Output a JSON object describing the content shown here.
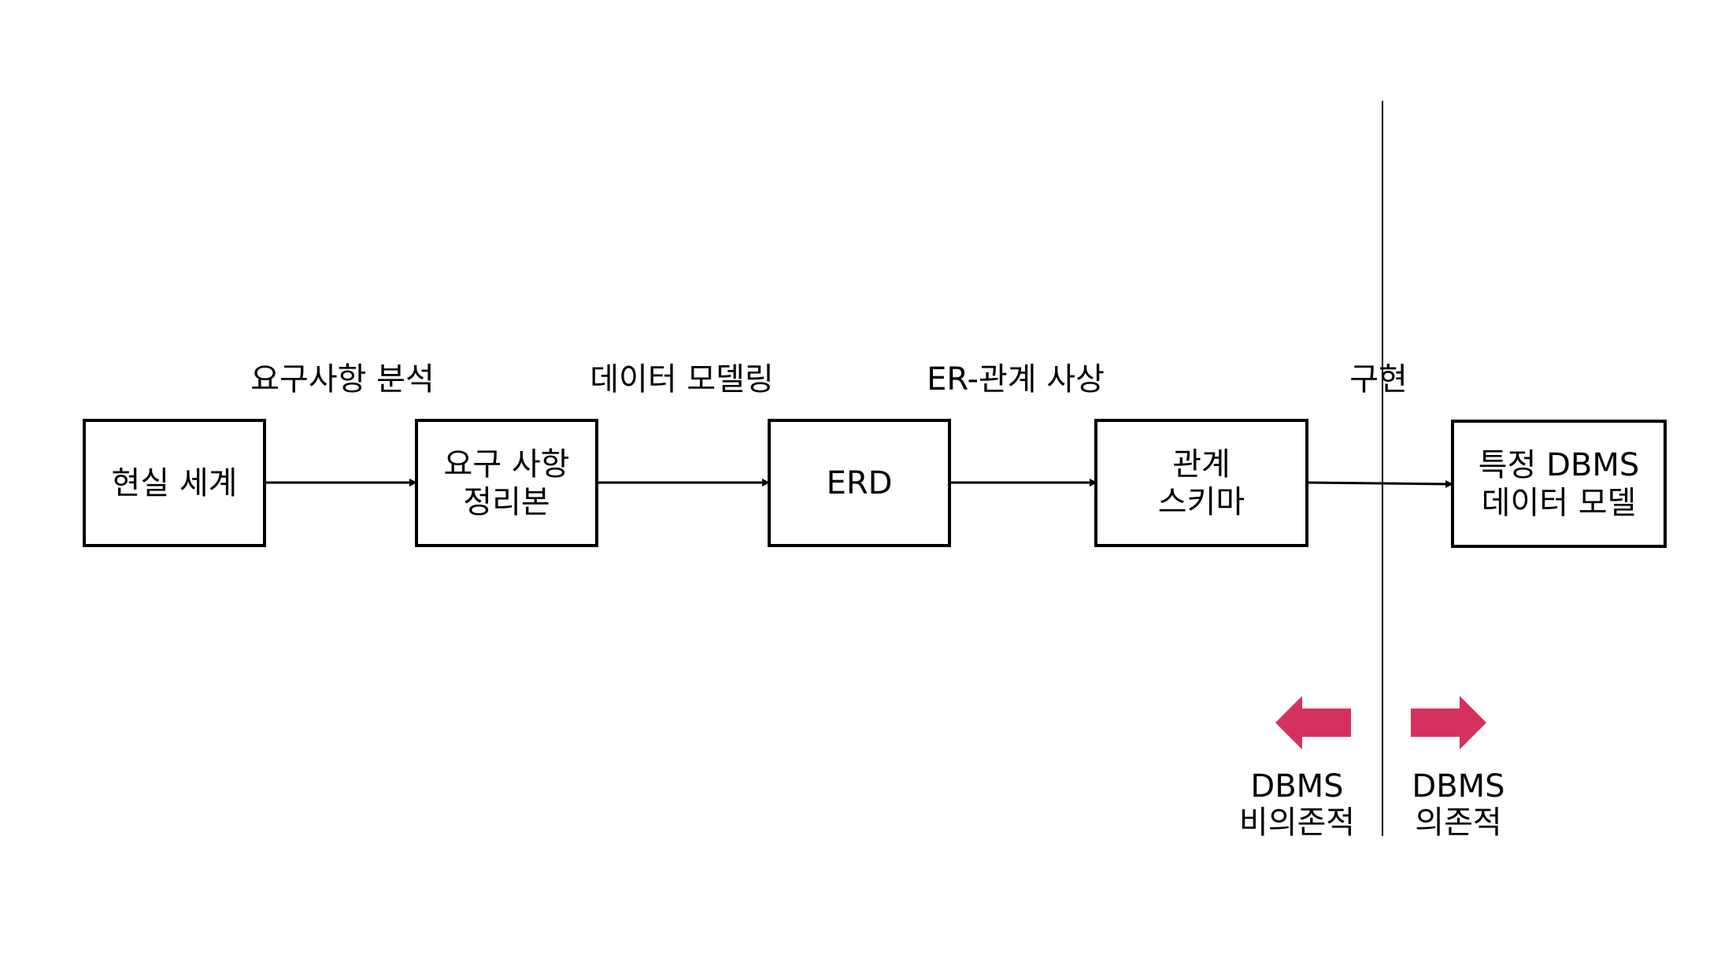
{
  "stages": [
    {
      "lines": [
        "현실 세계"
      ]
    },
    {
      "lines": [
        "요구 사항",
        "정리본"
      ]
    },
    {
      "lines": [
        "ERD"
      ]
    },
    {
      "lines": [
        "관계",
        "스키마"
      ]
    },
    {
      "lines": [
        "특정 DBMS",
        "데이터 모델"
      ]
    }
  ],
  "transitions": [
    "요구사항 분석",
    "데이터 모델링",
    "ER-관계 사상",
    "구현"
  ],
  "legend": {
    "independent": {
      "lines": [
        "DBMS",
        "비의존적"
      ]
    },
    "dependent": {
      "lines": [
        "DBMS",
        "의존적"
      ]
    }
  },
  "colors": {
    "stroke": "#000000",
    "accent_arrow": "#d6315e",
    "background": "#ffffff"
  }
}
